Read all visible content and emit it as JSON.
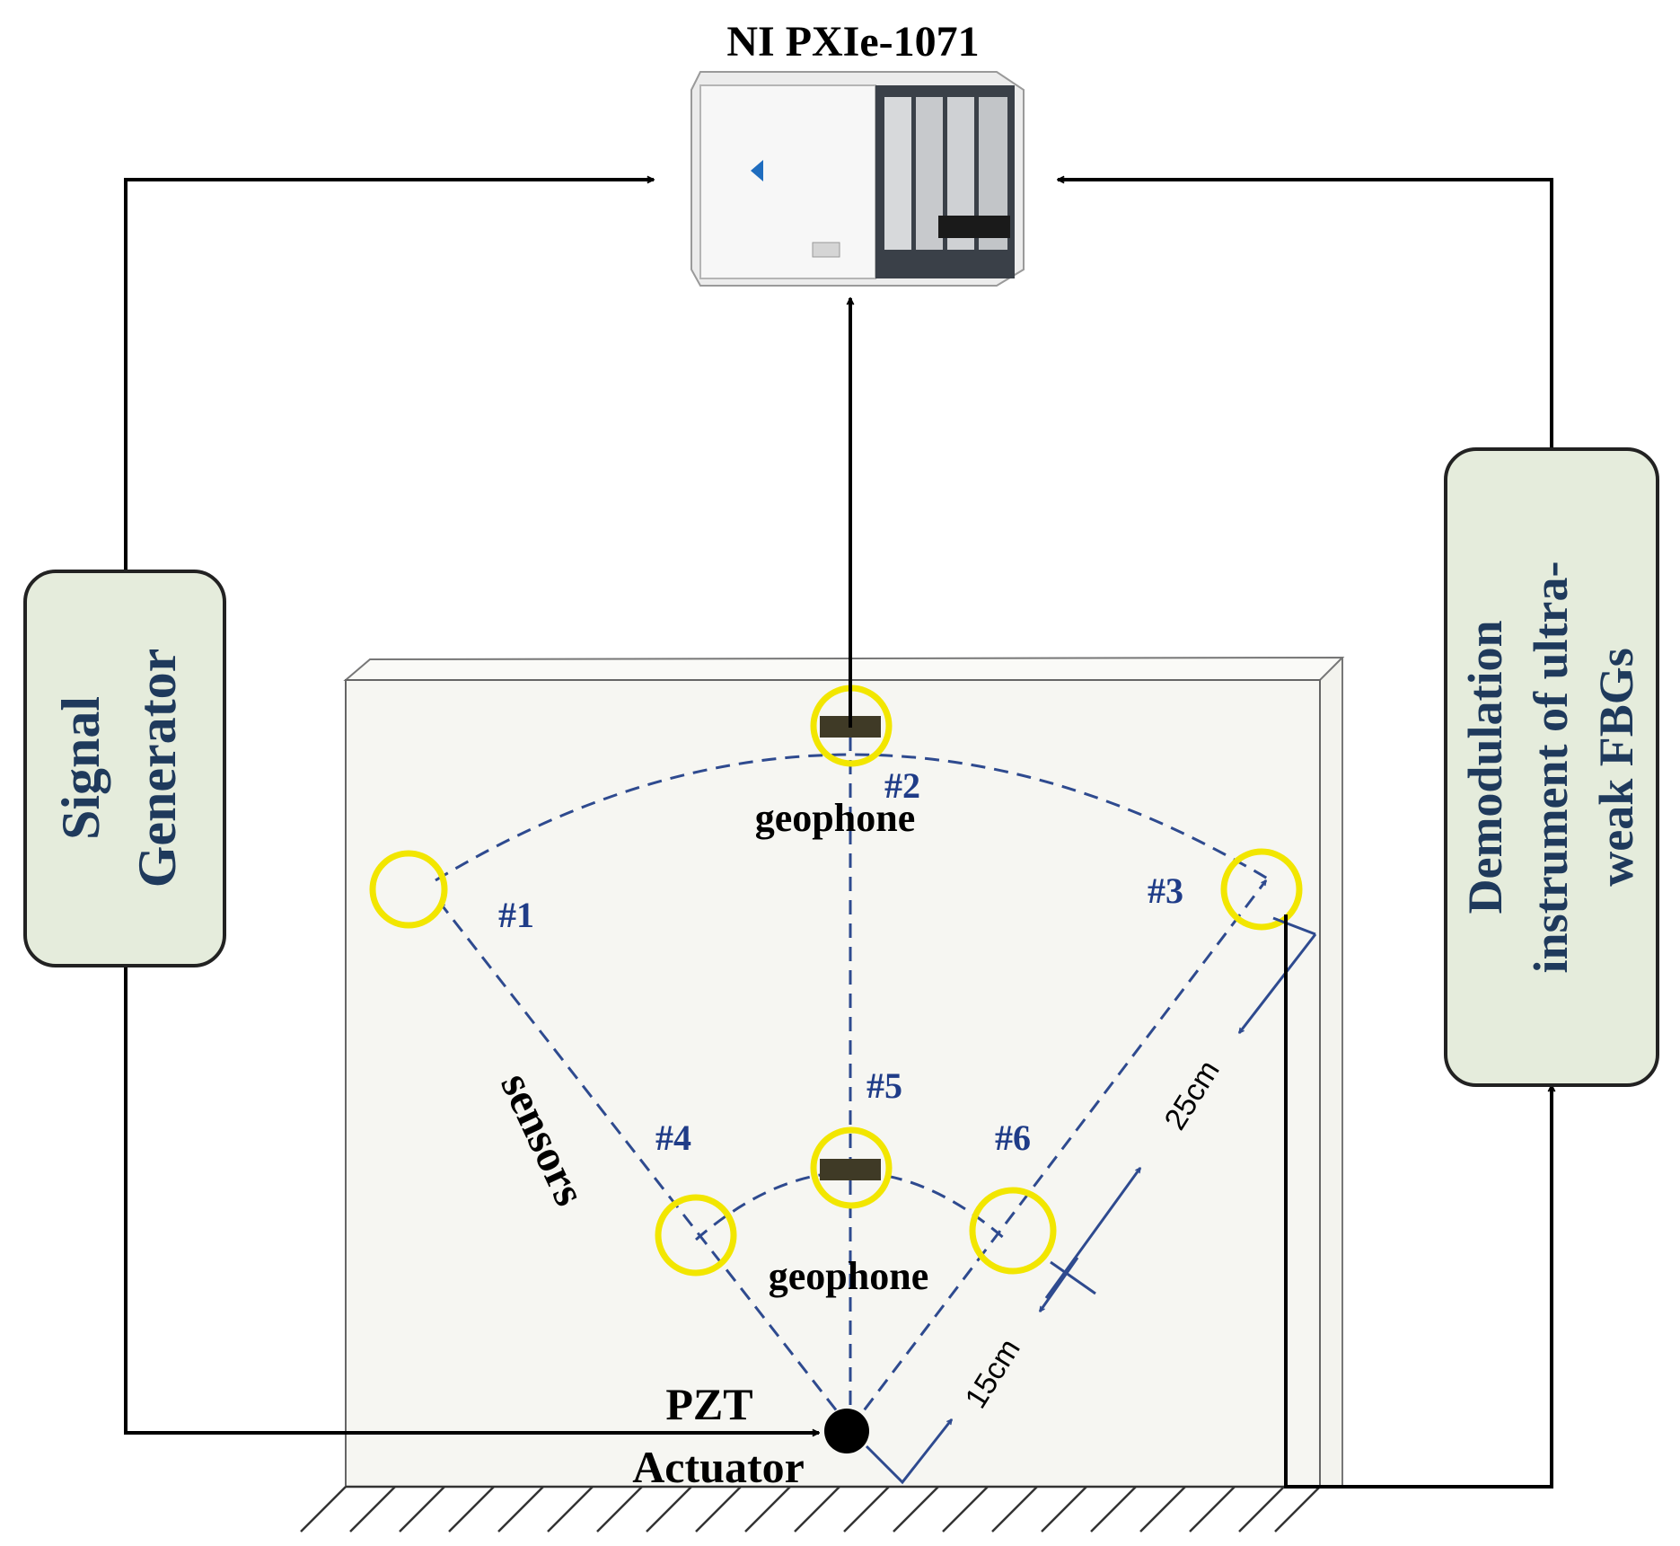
{
  "daq": {
    "title": "NI PXIe-1071"
  },
  "signal_generator": {
    "line1": "Signal",
    "line2": "Generator"
  },
  "demodulation": {
    "line1": "Demodulation",
    "line2": "instrument of ultra-",
    "line3": "weak FBGs"
  },
  "geophone_top": {
    "label": "geophone"
  },
  "geophone_bottom": {
    "label": "geophone"
  },
  "sensors_label": "sensors",
  "sensor_ids": {
    "s1": "#1",
    "s2": "#2",
    "s3": "#3",
    "s4": "#4",
    "s5": "#5",
    "s6": "#6"
  },
  "dimensions": {
    "outer": "25cm",
    "inner": "15cm"
  },
  "actuator": {
    "line1": "PZT",
    "line2": "Actuator"
  },
  "colors": {
    "box_fill": "#e5ecdc",
    "box_text": "#1f3a5c",
    "sensor_ring": "#f2e600",
    "dash_line": "#2e4a8f",
    "label_blue": "#1f3c88"
  }
}
